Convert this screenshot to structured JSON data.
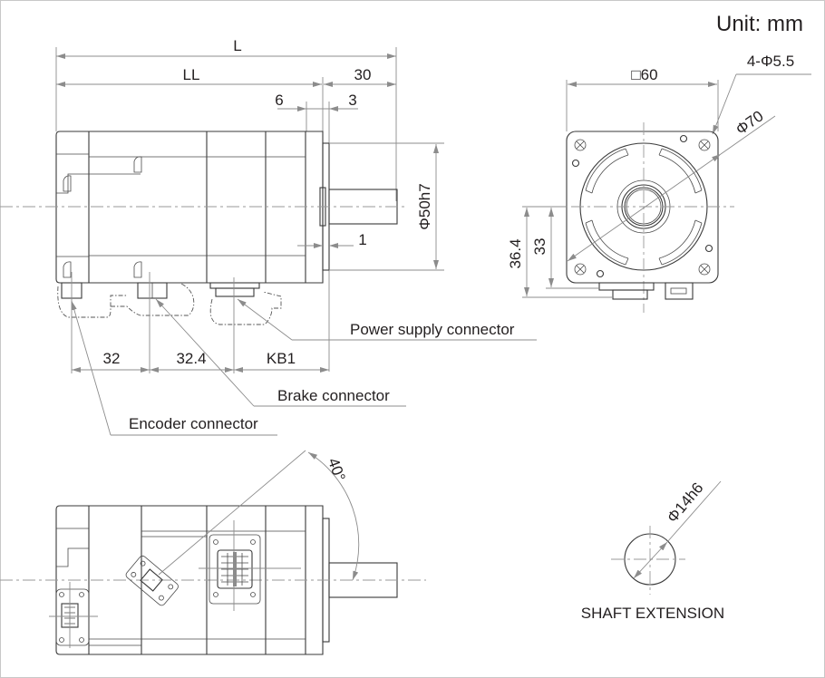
{
  "title": "Servo motor outline dimensions",
  "unit_label": "Unit: mm",
  "side_view": {
    "dims": {
      "overall_length": "L",
      "body_length": "LL",
      "shaft_length": "30",
      "flange_thickness": "6",
      "flange_to_pilot": "3",
      "pilot_height": "1",
      "pilot_diameter": "Φ50h7",
      "encoder_offset": "32",
      "brake_offset": "32.4",
      "power_offset": "KB1"
    },
    "callouts": {
      "power": "Power supply connector",
      "brake": "Brake connector",
      "encoder": "Encoder connector"
    }
  },
  "front_view": {
    "dims": {
      "flange_square": "□60",
      "mounting_holes": "4-Φ5.5",
      "bolt_circle": "Φ70",
      "connector_height_1": "36.4",
      "connector_height_2": "33"
    }
  },
  "bottom_view": {
    "dims": {
      "connector_angle": "40°"
    }
  },
  "shaft_extension": {
    "diameter": "Φ14h6",
    "caption": "SHAFT EXTENSION"
  }
}
